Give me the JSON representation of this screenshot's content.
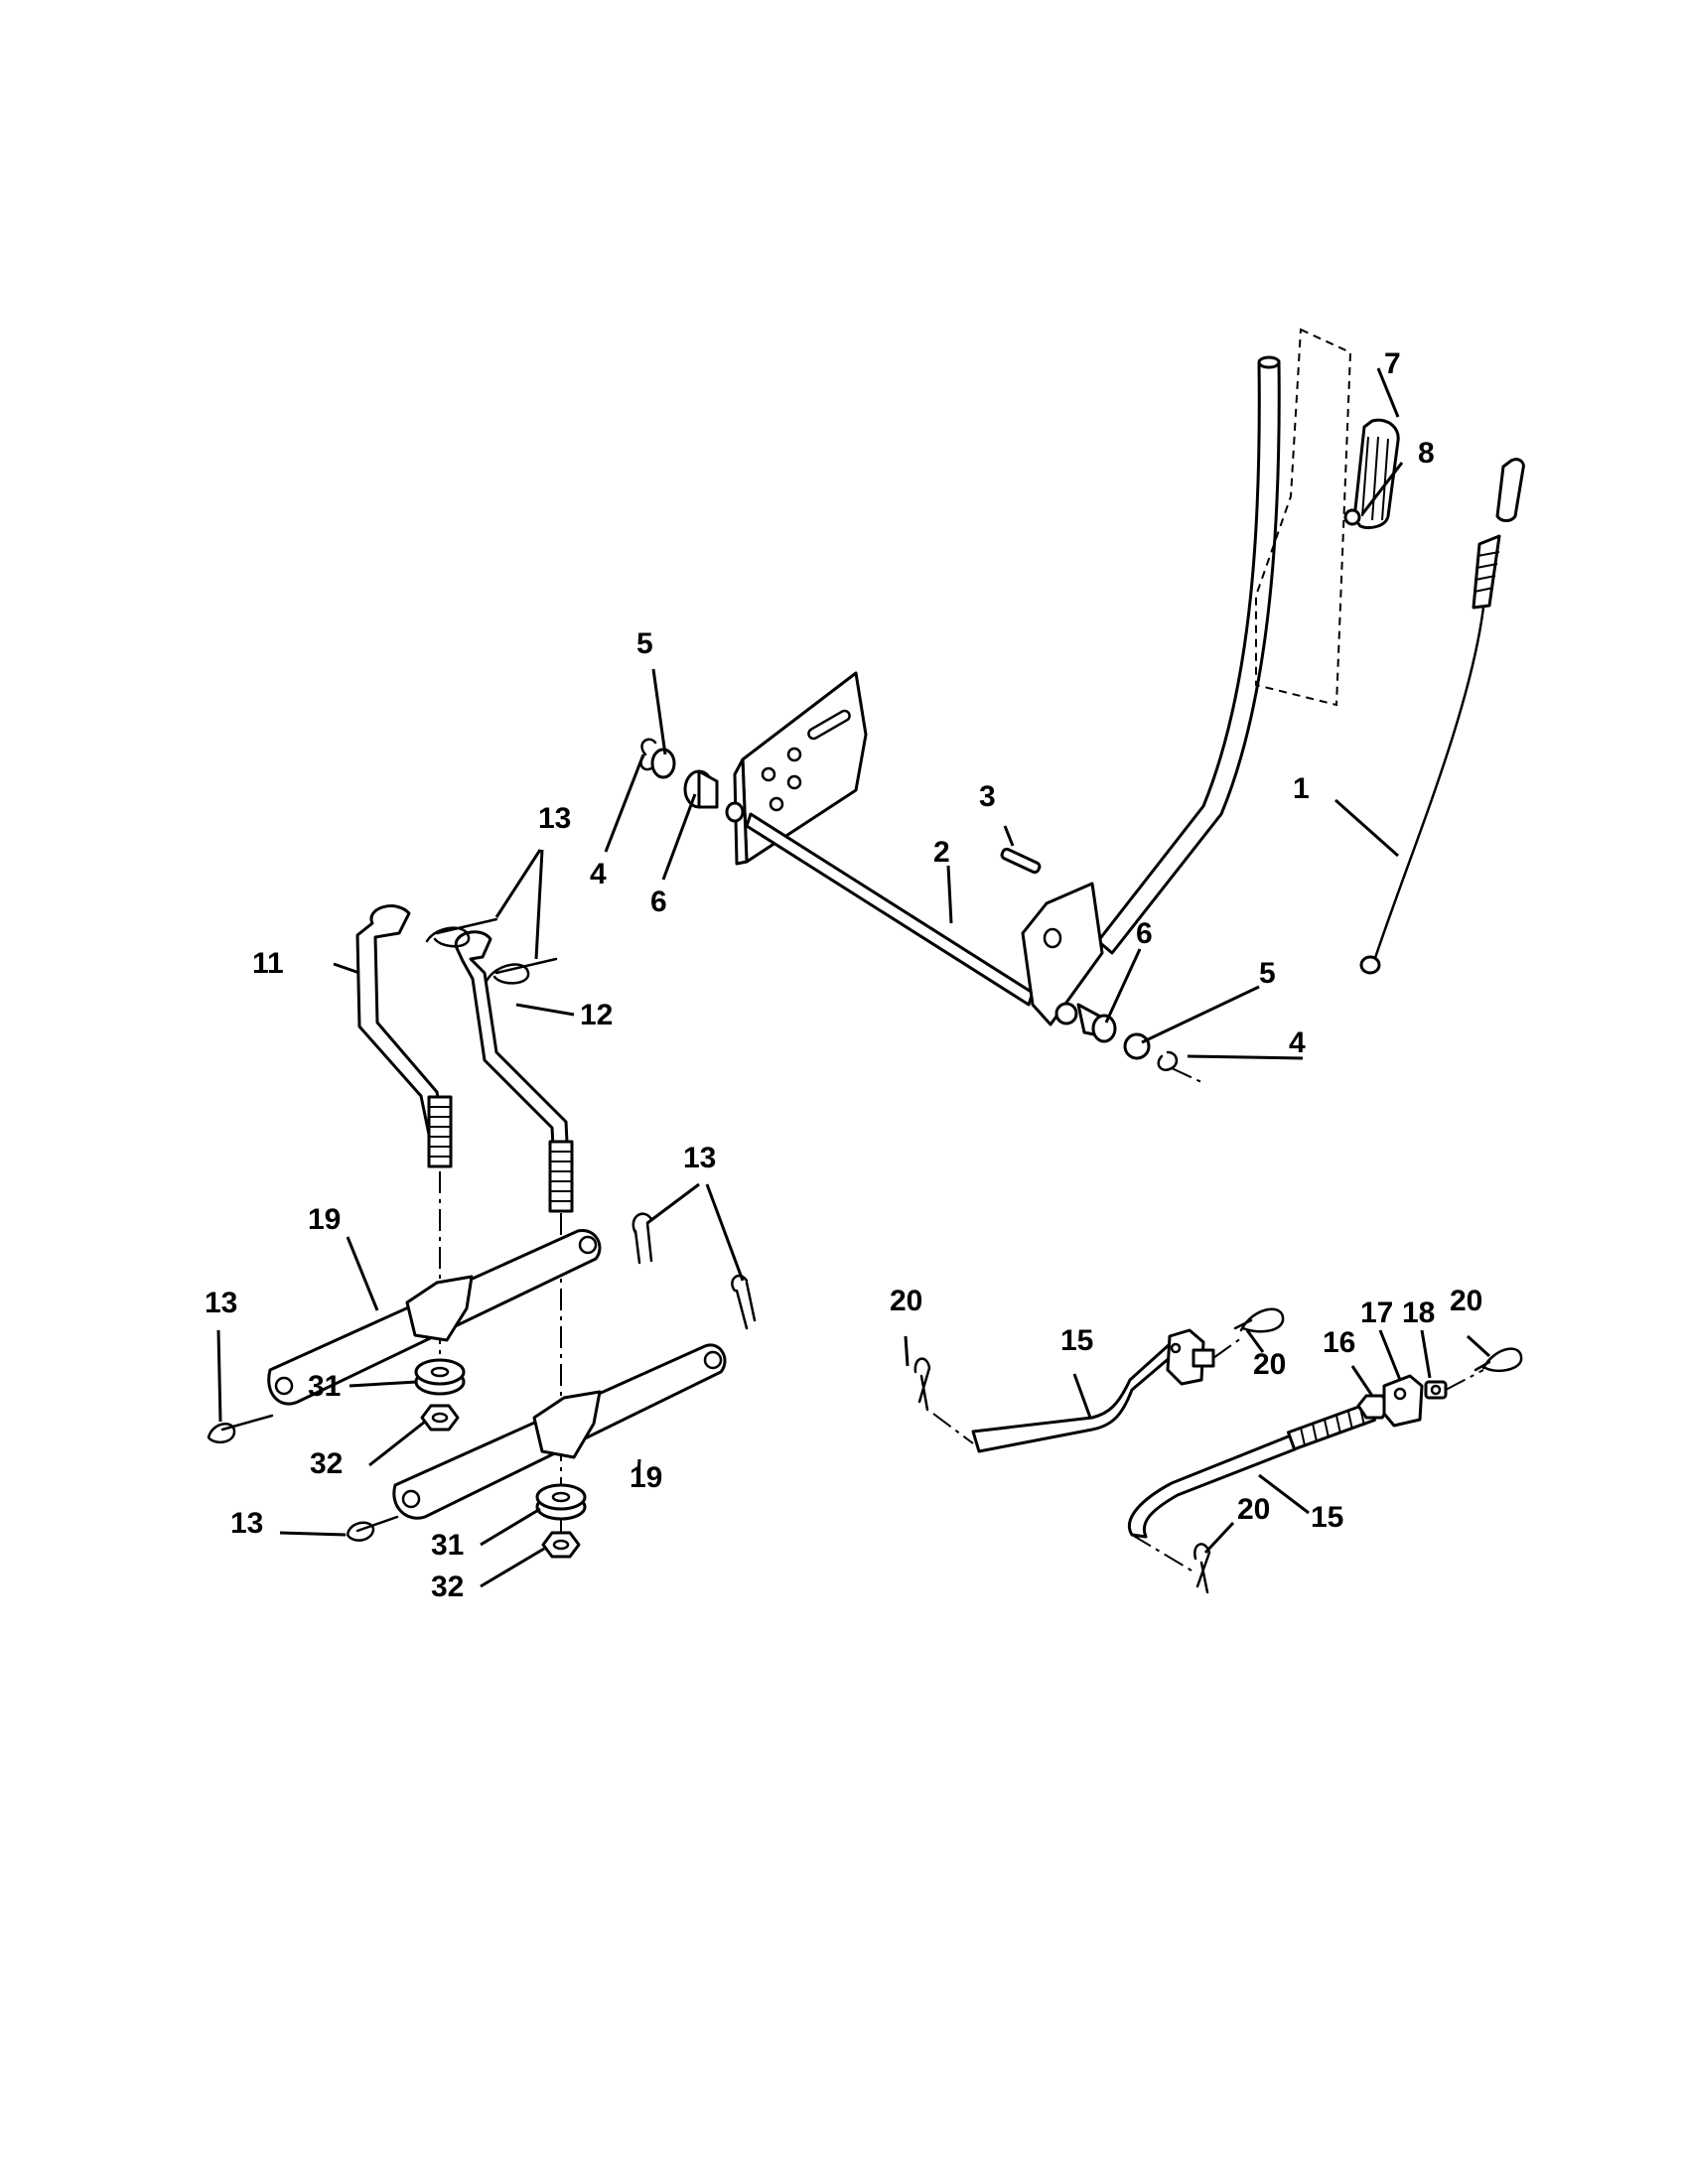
{
  "diagram": {
    "callouts": {
      "c1": "1",
      "c2": "2",
      "c3": "3",
      "c4a": "4",
      "c4b": "4",
      "c5a": "5",
      "c5b": "5",
      "c6a": "6",
      "c6b": "6",
      "c7": "7",
      "c8": "8",
      "c11": "11",
      "c12": "12",
      "c13a": "13",
      "c13b": "13",
      "c13c": "13",
      "c13d": "13",
      "c15a": "15",
      "c15b": "15",
      "c16": "16",
      "c17": "17",
      "c18": "18",
      "c19a": "19",
      "c19b": "19",
      "c20a": "20",
      "c20b": "20",
      "c20c": "20",
      "c20d": "20",
      "c31a": "31",
      "c31b": "31",
      "c32a": "32",
      "c32b": "32"
    }
  }
}
